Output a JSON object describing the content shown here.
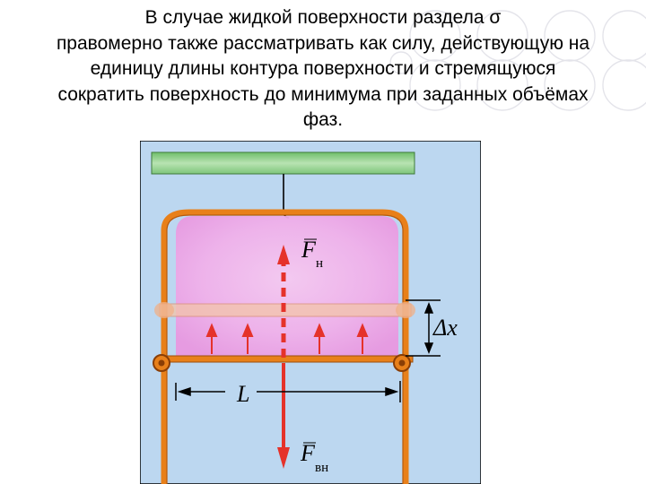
{
  "slide": {
    "lines": [
      "В случае жидкой поверхности раздела σ",
      "правомерно также рассматривать как силу, действующую на",
      "единицу длины контура поверхности и стремящуюся",
      "сократить поверхность до минимума при заданных объёмах",
      "фаз."
    ]
  },
  "figure": {
    "label_fn_letter": "F",
    "label_fn_sub": "н",
    "label_fvn_letter": "F",
    "label_fvn_sub": "вн",
    "label_dx": "Δx",
    "label_l": "L"
  },
  "colors": {
    "frame_orange": "#e8801a",
    "film_pink": "#f0a8e6",
    "background_blue": "#bcd7f0",
    "ceiling_green": "#9fd59a",
    "arrow_red": "#e5322a"
  }
}
